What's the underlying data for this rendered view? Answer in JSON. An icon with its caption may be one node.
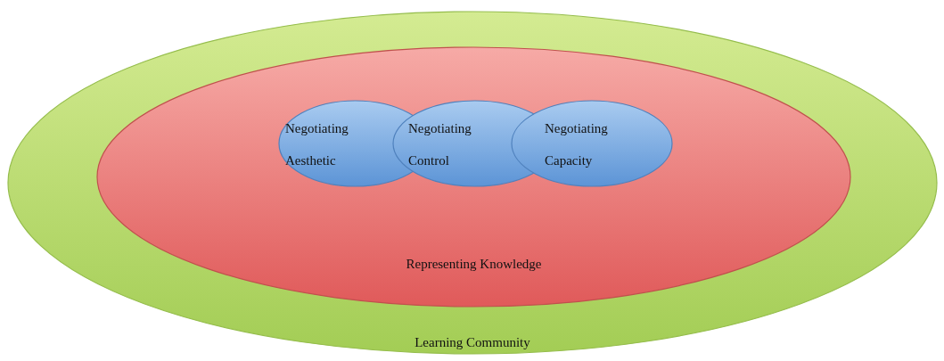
{
  "diagram": {
    "nodes": [
      {
        "text": [
          "Learning Community"
        ]
      },
      {
        "text": [
          "Representing Knowledge"
        ],
        "in": 0
      },
      {
        "text": [
          "Negotiating Aesthetic"
        ],
        "in": 1
      },
      {
        "text": [
          "Negotiating Control"
        ],
        "in": 1
      },
      {
        "text": [
          "Negotiating Capacity"
        ],
        "in": 1
      }
    ]
  }
}
